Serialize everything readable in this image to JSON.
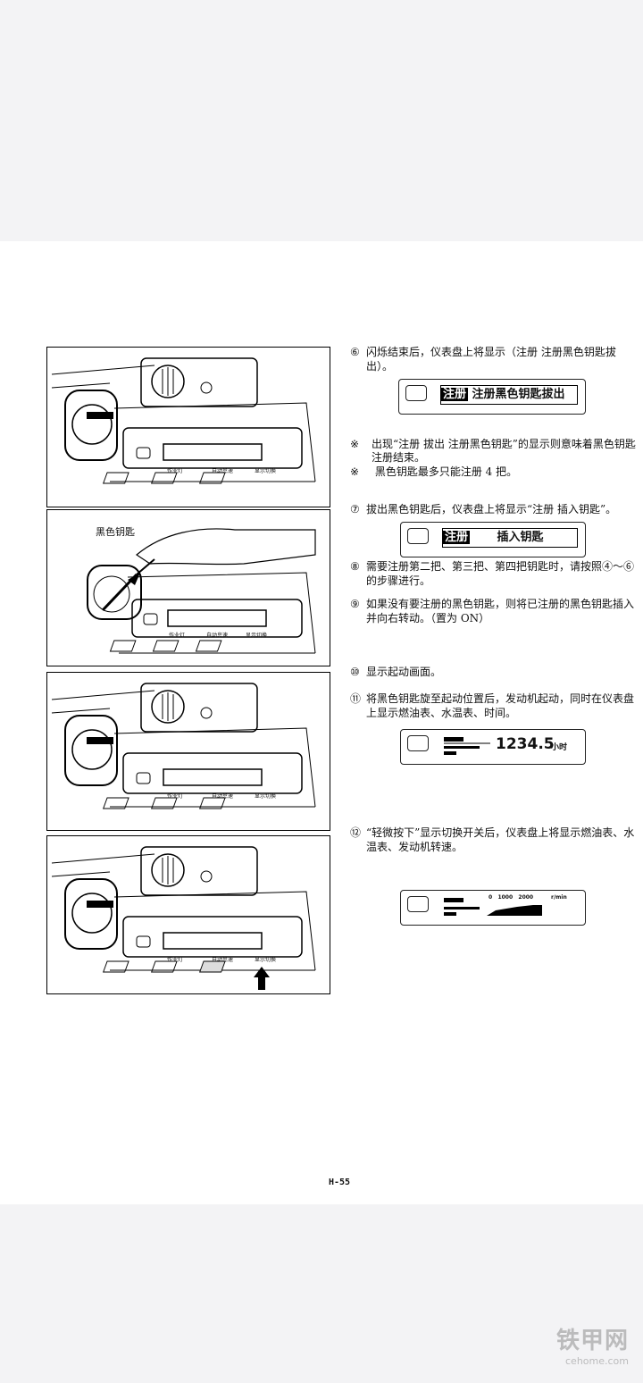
{
  "steps": {
    "s6": {
      "num": "⑥",
      "text": "闪烁结束后，仪表盘上将显示（注册 注册黑色钥匙拔出）。"
    },
    "s7": {
      "num": "⑦",
      "text": "拔出黑色钥匙后，仪表盘上将显示“注册 插入钥匙”。"
    },
    "s8": {
      "num": "⑧",
      "text": "需要注册第二把、第三把、第四把钥匙时，请按照④～⑥的步骤进行。"
    },
    "s9": {
      "num": "⑨",
      "text": "如果没有要注册的黑色钥匙，则将已注册的黑色钥匙插入并向右转动。（置为 ON）"
    },
    "s10": {
      "num": "⑩",
      "text": "显示起动画面。"
    },
    "s11": {
      "num": "⑪",
      "text": "将黑色钥匙旋至起动位置后，发动机起动，同时在仪表盘上显示燃油表、水温表、时间。"
    },
    "s12": {
      "num": "⑫",
      "text": "“轻微按下”显示切换开关后，仪表盘上将显示燃油表、水温表、发动机转速。"
    }
  },
  "notes": [
    {
      "mark": "※",
      "text": "出现“注册 拔出 注册黑色钥匙”的显示则意味着黑色钥匙注册结束。"
    },
    {
      "mark": "※",
      "text": "黑色钥匙最多只能注册 4 把。"
    }
  ],
  "displays": {
    "d1": {
      "tag": "注册",
      "text": "注册黑色钥匙拔出"
    },
    "d2": {
      "tag": "注册",
      "text": "插入钥匙"
    },
    "d3": {
      "value": "1234.5",
      "unit": "小时"
    },
    "d4": {
      "scale": "0   1000   2000",
      "unit": "r/min"
    }
  },
  "panel_labels": {
    "work_light": "作业灯",
    "auto_idle": "自动怠速",
    "display_switch": "显示切换",
    "key_label": "黑色钥匙"
  },
  "footer": {
    "page": "H-55"
  },
  "watermark": {
    "main": "铁甲网",
    "sub": "cehome.com"
  }
}
